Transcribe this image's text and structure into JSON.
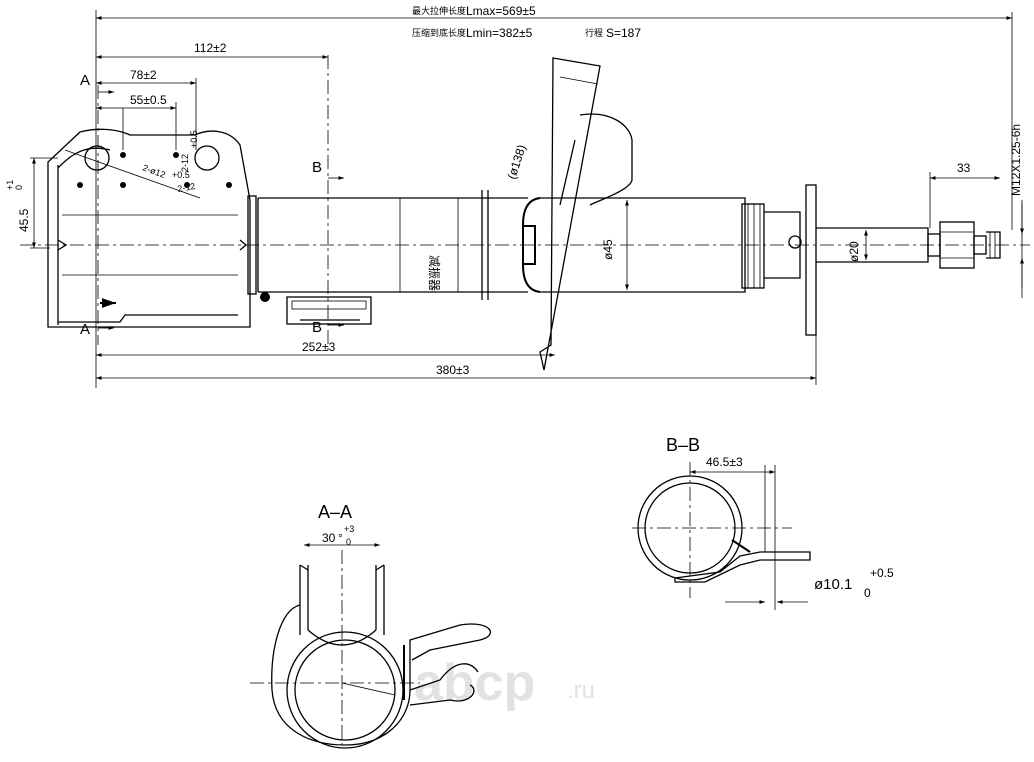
{
  "top_note": {
    "max_label": "最大拉伸长度",
    "max_value": "Lmax=569±5",
    "min_label": "压缩到底长度",
    "min_value": "Lmin=382±5",
    "stroke_label": "行程",
    "stroke_value": "S=187"
  },
  "dimensions": {
    "d112": "112±2",
    "d78": "78±2",
    "d55": "55±0.5",
    "height": "45.5",
    "height_tol_upper": "+1",
    "height_tol_lower": "0",
    "hole_pair_a": "2-ø12",
    "hole_pair_a_tol": "+0.5",
    "hole_pair_b": "2-12",
    "hole_pair_b_tol": "+0.5",
    "slot_pair": "2-12",
    "spring_seat_dia": "(ø138)",
    "body_dia": "ø45",
    "rod_dia": "ø20",
    "thread": "M12X1.25-6h",
    "thread_len": "33",
    "d252": "252±3",
    "d380": "380±3"
  },
  "body_text": "减振器",
  "section_marks": {
    "a_top": "A",
    "a_bottom": "A",
    "b_top": "B",
    "b_bottom": "B"
  },
  "section_aa": {
    "title": "A–A",
    "angle": "30",
    "angle_tol_upper": "+3",
    "angle_tol_lower": "0",
    "angle_unit": "°"
  },
  "section_bb": {
    "title": "B–B",
    "offset": "46.5±3",
    "hole_dia": "ø10.1",
    "hole_tol_upper": "+0.5",
    "hole_tol_lower": "0"
  },
  "watermark": {
    "brand": "abcp",
    "suffix": ".ru"
  }
}
